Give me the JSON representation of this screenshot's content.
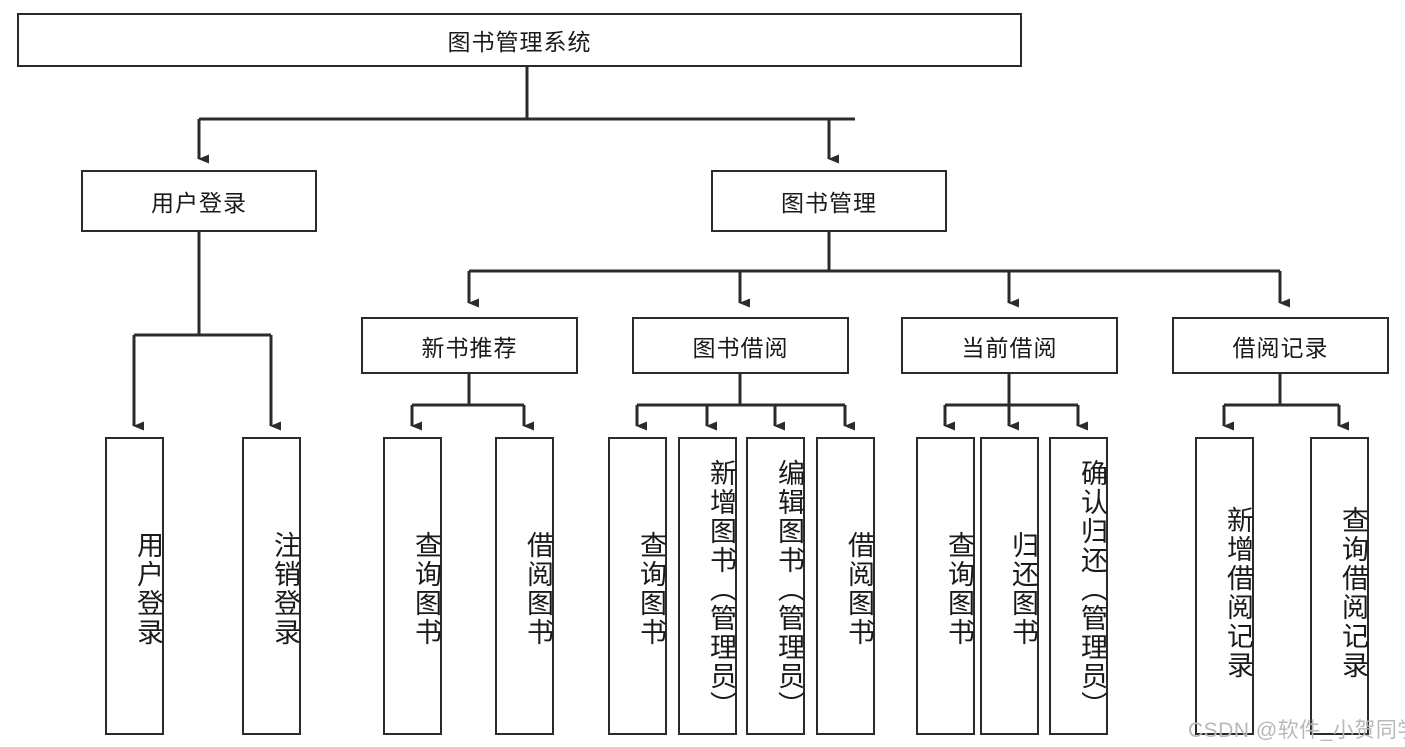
{
  "diagram": {
    "type": "hierarchy-tree",
    "title": "图书管理系统",
    "root": {
      "label": "图书管理系统"
    },
    "level2": [
      {
        "label": "用户登录"
      },
      {
        "label": "图书管理"
      }
    ],
    "level3": [
      {
        "label": "新书推荐"
      },
      {
        "label": "图书借阅"
      },
      {
        "label": "当前借阅"
      },
      {
        "label": "借阅记录"
      }
    ],
    "leaves": {
      "user_login": [
        {
          "label": "用户登录"
        },
        {
          "label": "注销登录"
        }
      ],
      "new_book_recommend": [
        {
          "label": "查询图书"
        },
        {
          "label": "借阅图书"
        }
      ],
      "book_borrow": [
        {
          "label": "查询图书"
        },
        {
          "label": "新增图书（管理员）"
        },
        {
          "label": "编辑图书（管理员）"
        },
        {
          "label": "借阅图书"
        }
      ],
      "current_borrow": [
        {
          "label": "查询图书"
        },
        {
          "label": "归还图书"
        },
        {
          "label": "确认归还（管理员）"
        }
      ],
      "borrow_record": [
        {
          "label": "新增借阅记录"
        },
        {
          "label": "查询借阅记录"
        }
      ]
    }
  },
  "watermark": {
    "text": "CSDN @软件_小贺同学"
  },
  "colors": {
    "stroke": "#2b2b2b",
    "background": "#ffffff",
    "text": "#1a1a1a",
    "watermark": "#b9b9b9"
  }
}
